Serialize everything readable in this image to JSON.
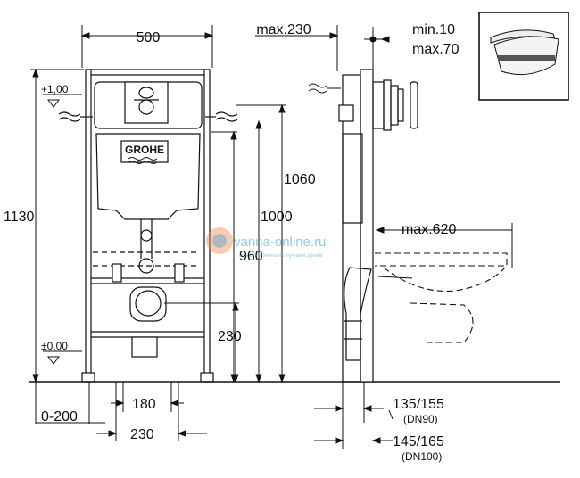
{
  "dimensions": {
    "frame_width": "500",
    "max_230": "max.230",
    "min_10": "min.10",
    "max_70": "max.70",
    "plus_1_00": "+1,00",
    "plus_minus_0_00": "±0,00",
    "h_1130": "1130",
    "h_1060": "1060",
    "h_1000": "1000",
    "h_960": "960",
    "h_230": "230",
    "max_620": "max.620",
    "w_180": "180",
    "w_230": "230",
    "range_0_200": "0-200",
    "d_135_155": "135/155",
    "dn90": "(DN90)",
    "d_145_165": "145/165",
    "dn100": "(DN100)"
  },
  "cistern_logo": "GROHE",
  "watermark": {
    "text": "vanna-online.ru",
    "subtext": "вся сантехника по лучшим ценам"
  },
  "colors": {
    "line": "#111111",
    "watermark_blue": "#3aa0d8",
    "watermark_orange": "#f08a5d"
  }
}
